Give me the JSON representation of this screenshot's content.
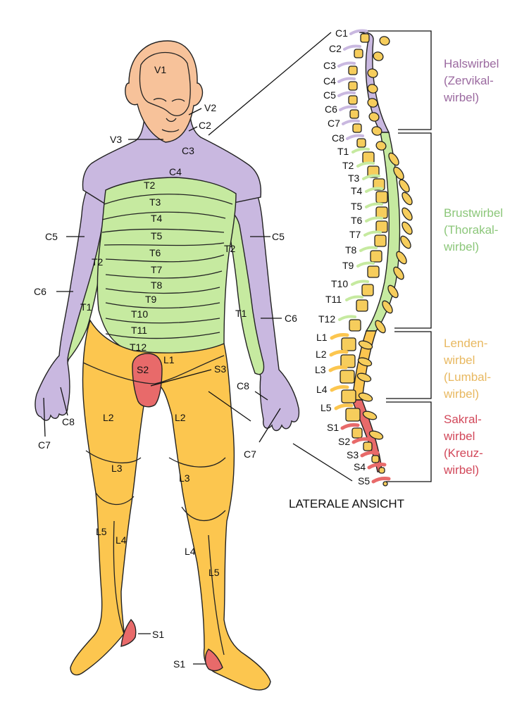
{
  "title": "LATERALE ANSICHT",
  "colors": {
    "trigeminal": "#f7c29a",
    "cervical": "#c9b8e0",
    "thoracic": "#c6eaa0",
    "lumbar": "#fcc64f",
    "sacral": "#e86a6a",
    "cervical_text": "#9b6aa0",
    "thoracic_text": "#8cc77a",
    "lumbar_text": "#e8b860",
    "sacral_text": "#d2485a"
  },
  "groups": {
    "cervical": [
      "Halswirbel",
      "(Zervikal-",
      "wirbel)"
    ],
    "thoracic": [
      "Brustwirbel",
      "(Thorakal-",
      "wirbel)"
    ],
    "lumbar": [
      "Lenden-",
      "wirbel",
      "(Lumbal-",
      "wirbel)"
    ],
    "sacral": [
      "Sakral-",
      "wirbel",
      "(Kreuz-",
      "wirbel)"
    ]
  },
  "spine_labels": [
    "C1",
    "C2",
    "C3",
    "C4",
    "C5",
    "C6",
    "C7",
    "C8",
    "T1",
    "T2",
    "T3",
    "T4",
    "T5",
    "T6",
    "T7",
    "T8",
    "T9",
    "T10",
    "T11",
    "T12",
    "L1",
    "L2",
    "L3",
    "L4",
    "L5",
    "S1",
    "S2",
    "S3",
    "S4",
    "S5"
  ],
  "body_labels": {
    "v1": "V1",
    "v2": "V2",
    "v3": "V3",
    "c2": "C2",
    "c3": "C3",
    "c4": "C4",
    "c5_left": "C5",
    "c5_right": "C5",
    "c6_left": "C6",
    "c6_right": "C6",
    "c7_left": "C7",
    "c7_right": "C7",
    "c8_left": "C8",
    "c8_right": "C8",
    "t1_left": "T1",
    "t1_right": "T1",
    "t2_left_arm": "T2",
    "t2_right_arm": "T2",
    "t2": "T2",
    "t3": "T3",
    "t4": "T4",
    "t5": "T5",
    "t6": "T6",
    "t7": "T7",
    "t8": "T8",
    "t9": "T9",
    "t10": "T10",
    "t11": "T11",
    "t12": "T12",
    "l1": "L1",
    "l2_left": "L2",
    "l2_right": "L2",
    "l3_left": "L3",
    "l3_right": "L3",
    "l4_left": "L4",
    "l4_right": "L4",
    "l5_left": "L5",
    "l5_right": "L5",
    "s1_left": "S1",
    "s1_right": "S1",
    "s2": "S2",
    "s3": "S3"
  }
}
